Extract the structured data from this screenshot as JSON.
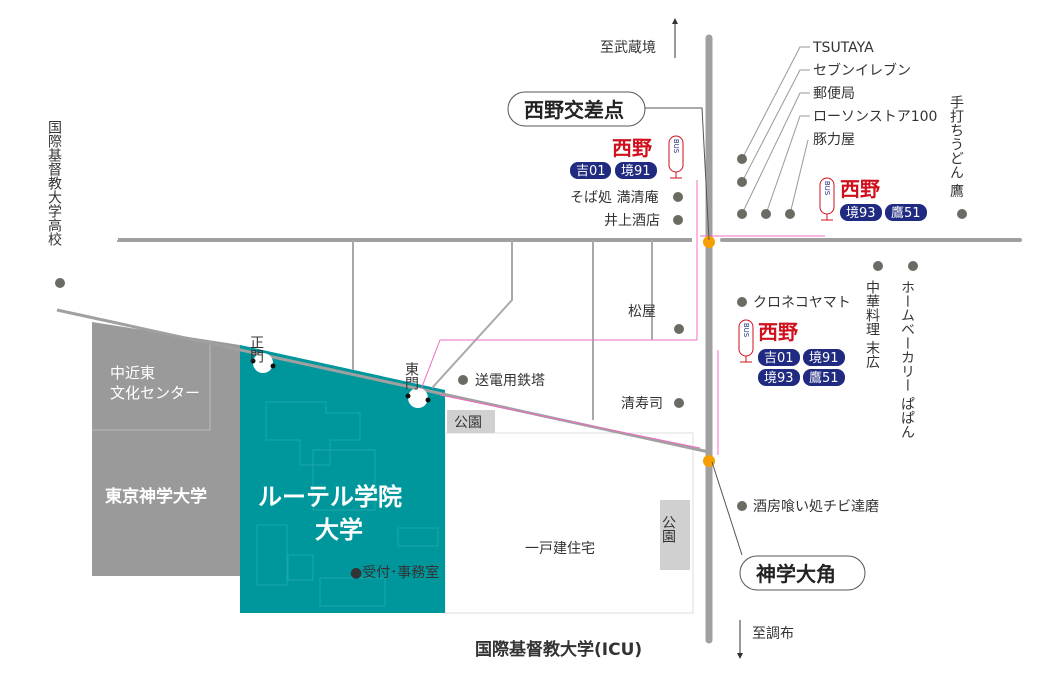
{
  "colors": {
    "campus": "#00979c",
    "neighbor": "#9a9a9a",
    "road": "#a0a0a0",
    "bus_route": "#f06cc0",
    "badge": "#1f2a80",
    "stop_name": "#d0101c",
    "intersection": "#f5a000"
  },
  "directions": {
    "north": "至武蔵境",
    "south": "至調布",
    "west_school": "国際基督教大学高校",
    "bottom_school": "国際基督教大学(ICU)"
  },
  "intersections": {
    "nishino": "西野交差点",
    "shingaku": "神学大角"
  },
  "campus": {
    "name_line1": "ルーテル学院",
    "name_line2": "大学",
    "main_gate": "正門",
    "east_gate": "東門",
    "reception": "●受付･事務室"
  },
  "neighbors": {
    "middle_east": [
      "中近東",
      "文化センター"
    ],
    "tokyo_shingaku": "東京神学大学",
    "park1": "公園",
    "park2": "公園",
    "houses": "一戸建住宅"
  },
  "bus_stops": [
    {
      "name": "西野",
      "label": "BUS",
      "routes": [
        "吉01",
        "境91"
      ]
    },
    {
      "name": "西野",
      "label": "BUS",
      "routes": [
        "境93",
        "鷹51"
      ]
    },
    {
      "name": "西野",
      "label": "BUS",
      "routes": [
        "吉01",
        "境91",
        "境93",
        "鷹51"
      ]
    }
  ],
  "landmarks": {
    "soba": "そば処 満清庵",
    "inoue": "井上酒店",
    "matsuya": "松屋",
    "tower": "送電用鉄塔",
    "seizushi": "清寿司",
    "kuroneko": "クロネコヤマト",
    "sakaba": "酒房喰い処チビ達磨",
    "chuka": "中華料理 末広",
    "bakery": "ホームベーカリー ぱぱん",
    "udon": "手打ちうどん 鷹",
    "list": [
      "TSUTAYA",
      "セブンイレブン",
      "郵便局",
      "ローソンストア100",
      "豚力屋"
    ]
  }
}
